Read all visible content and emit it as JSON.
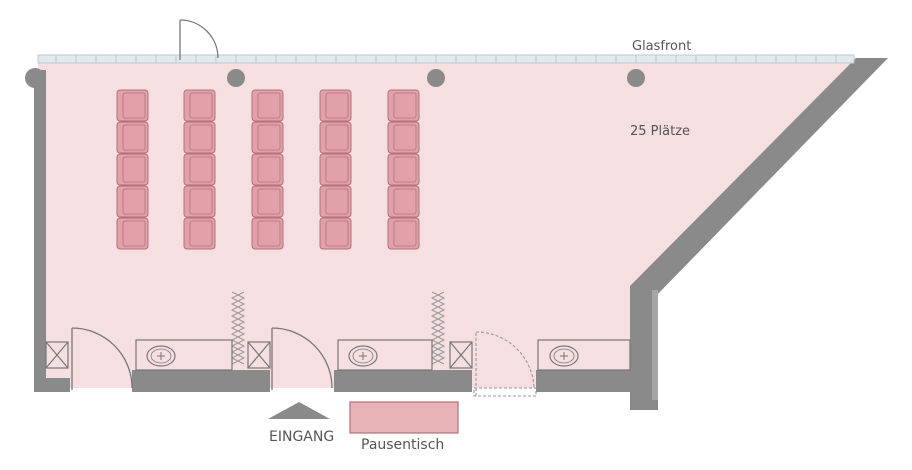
{
  "labels": {
    "glass_front": "Glasfront",
    "seats": "25 Plätze",
    "entrance": "EINGANG",
    "break_table": "Pausentisch"
  },
  "colors": {
    "floor": "#f5dfe0",
    "wall": "#8a8a8a",
    "chair": "#e0a2a8",
    "chair_stroke": "#b47078",
    "table": "#e7b3b7",
    "glass": "#bcc9d3"
  },
  "seating": {
    "rows": 5,
    "columns": 5
  }
}
